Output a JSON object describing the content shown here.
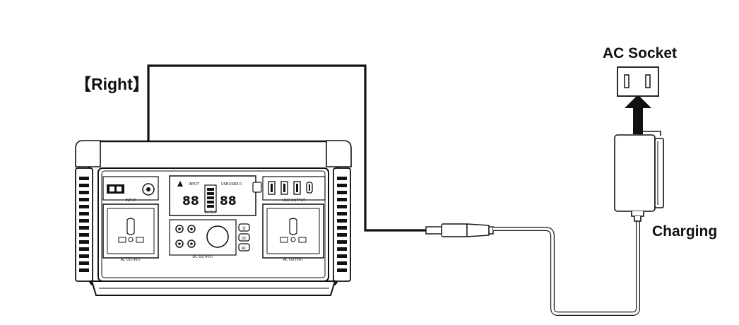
{
  "labels": {
    "right": "【Right】",
    "ac_socket": "AC Socket",
    "charging": "Charging"
  },
  "device": {
    "input_label": "INPUT",
    "ac_output_left": "AC OUTPUT",
    "ac_output_right": "AC OUTPUT",
    "dc_output": "DC OUTPUT",
    "usb_output": "USB OUTPUT",
    "display": {
      "input_text": "INPUT",
      "digits_left": "88",
      "digits_right": "88",
      "usb_text": "USB",
      "usb_level": "USB3.0",
      "output_text": "OUTPUT"
    },
    "buttons": [
      "U",
      "DC",
      "AC"
    ]
  },
  "colors": {
    "line": "#111111",
    "device_fill": "#ffffff"
  }
}
